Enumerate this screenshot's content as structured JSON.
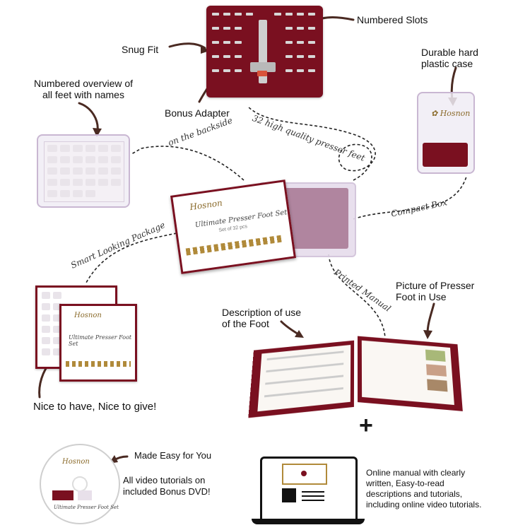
{
  "labels": {
    "numbered_slots": "Numbered Slots",
    "snug_fit": "Snug Fit",
    "bonus_adapter": "Bonus Adapter",
    "durable_case_line1": "Durable hard",
    "durable_case_line2": "plastic case",
    "overview_line1": "Numbered overview of",
    "overview_line2": "all feet with names",
    "on_backside": "on the backside",
    "presser_feet": "32 high quality presser feet",
    "compact_box": "Compact Box",
    "smart_package": "Smart Looking Package",
    "printed_manual": "Printed Manual",
    "description_line1": "Description of use",
    "description_line2": "of the Foot",
    "picture_line1": "Picture of Presser",
    "picture_line2": "Foot in Use",
    "nice_to_have": "Nice to have, Nice to give!",
    "plus": "+",
    "made_easy": "Made Easy for You",
    "dvd_line1": "All video tutorials on",
    "dvd_line2": "included Bonus DVD!",
    "online_line1": "Online manual with clearly",
    "online_line2": "written, Easy-to-read",
    "online_line3": "descriptions and tutorials,",
    "online_line4": "including online video tutorials."
  },
  "package": {
    "brand": "Hosnon",
    "title": "Ultimate Presser Foot Set",
    "subtitle": "Set of 32 pcs"
  },
  "colors": {
    "maroon": "#7a1020",
    "lid": "#c9b7d2",
    "gold": "#b08a3a"
  }
}
